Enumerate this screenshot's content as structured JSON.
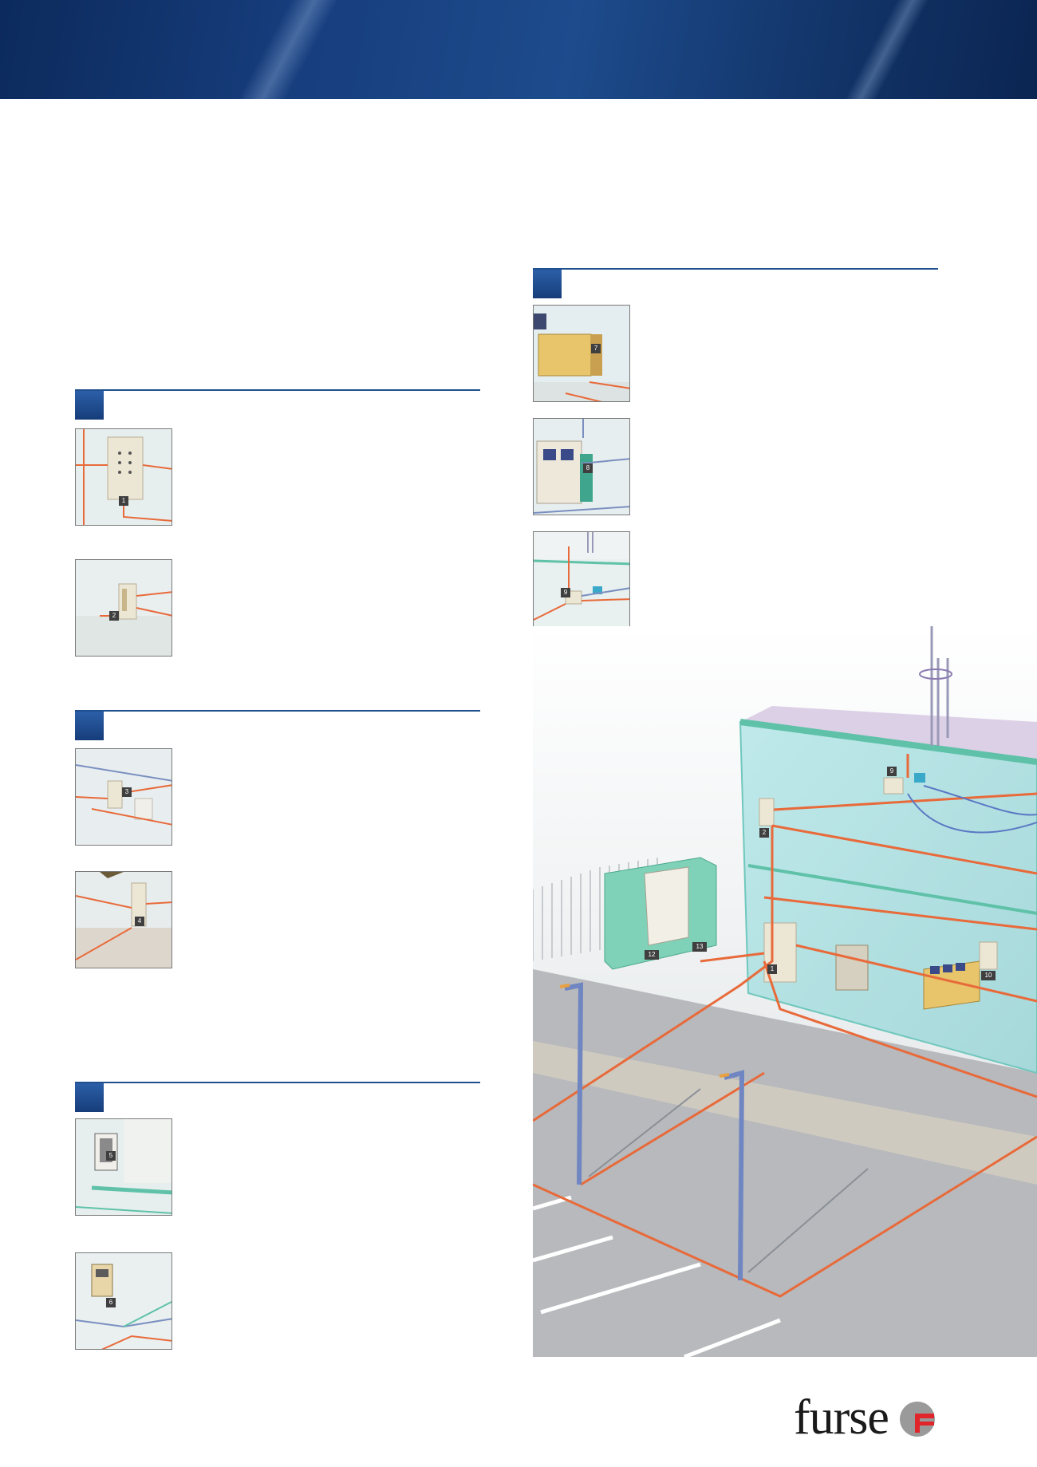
{
  "brand": {
    "logo_text": "furse",
    "colors": {
      "banner": "#173e7e",
      "rule": "#1f4f8e",
      "cable": "#e86a3a",
      "logo_accent": "#e0252b"
    }
  },
  "sections": [
    {
      "id": "left-1",
      "thumbs": [
        {
          "badge": "1",
          "icon": "control-panel-icon"
        },
        {
          "badge": "2",
          "icon": "distribution-board-icon"
        }
      ]
    },
    {
      "id": "left-2",
      "thumbs": [
        {
          "badge": "3",
          "icon": "socket-unit-icon"
        },
        {
          "badge": "4",
          "icon": "wall-unit-icon"
        }
      ]
    },
    {
      "id": "left-3",
      "thumbs": [
        {
          "badge": "5",
          "icon": "door-panel-icon"
        },
        {
          "badge": "6",
          "icon": "intercom-icon"
        }
      ]
    },
    {
      "id": "right-1",
      "thumbs": [
        {
          "badge": "7",
          "icon": "cabinet-icon"
        },
        {
          "badge": "8",
          "icon": "workstation-icon"
        },
        {
          "badge": "9",
          "icon": "antenna-equipment-icon"
        }
      ]
    }
  ],
  "illustration": {
    "icon": "building-cutaway-icon",
    "labels": [
      "1",
      "2",
      "9",
      "10",
      "12",
      "13"
    ]
  }
}
